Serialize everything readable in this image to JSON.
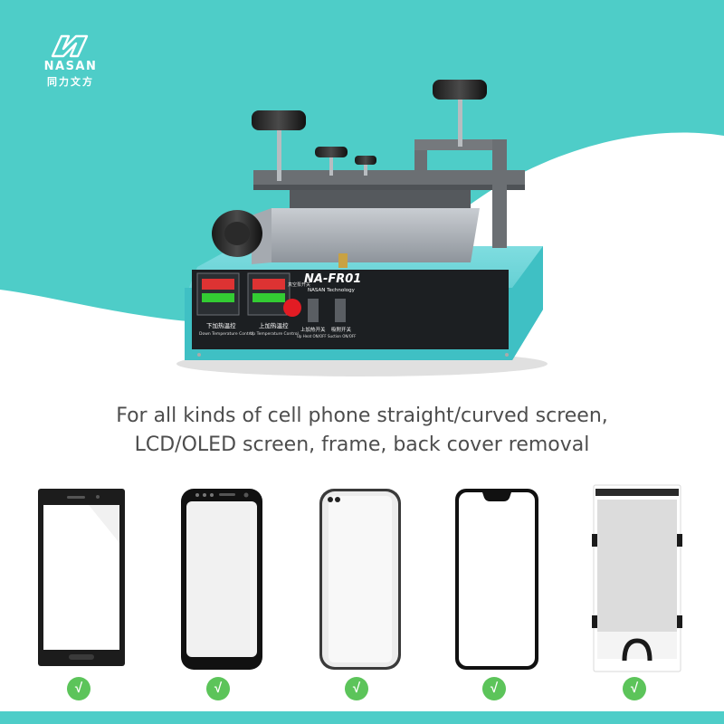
{
  "brand": {
    "name": "NASAN",
    "chinese_name": "同力文方"
  },
  "machine": {
    "model": "NA-FR01",
    "maker": "NASAN Technology",
    "lower_label_cn": "下加热温控",
    "lower_label_en": "Down Temperature Control",
    "upper_label_cn": "上加热温控",
    "upper_label_en": "Up Temperature Control",
    "vacuum_label_cn": "真空泵开关",
    "switch_label_cn": "上加热开关",
    "switch_label_en": "Up Heat ON/OFF",
    "suction_label_cn": "吸附开关",
    "suction_label_en": "Suction ON/OFF"
  },
  "caption": {
    "line1": "For all kinds of cell phone straight/curved screen,",
    "line2": "LCD/OLED screen, frame, back cover removal"
  },
  "phones": [
    {
      "name": "straight-screen",
      "check": "√"
    },
    {
      "name": "curved-screen",
      "check": "√"
    },
    {
      "name": "curved-notch-screen",
      "check": "√"
    },
    {
      "name": "notch-screen",
      "check": "√"
    },
    {
      "name": "frame",
      "check": "√"
    }
  ],
  "colors": {
    "teal": "#4ecdc8",
    "check_green": "#5cc45a",
    "machine_body": "#5fd0d3",
    "text": "#4d4d4d"
  }
}
